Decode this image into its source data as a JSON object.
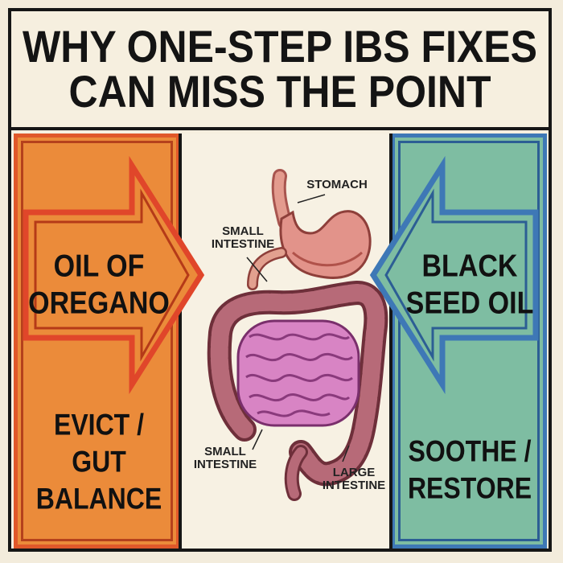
{
  "title": {
    "line1": "WHY ONE-STEP IBS FIXES",
    "line2": "CAN MISS THE POINT"
  },
  "left_panel": {
    "arrow_line1": "OIL OF",
    "arrow_line2": "OREGANO",
    "sub_line1": "EVICT /",
    "sub_line2": "GUT",
    "sub_line3": "BALANCE",
    "colors": {
      "fill": "#eb8b3a",
      "border": "#e0582a"
    }
  },
  "right_panel": {
    "arrow_line1": "BLACK",
    "arrow_line2": "SEED OIL",
    "sub_line1": "SOOTHE /",
    "sub_line2": "RESTORE",
    "colors": {
      "fill": "#7ebda2",
      "border": "#3e78b6"
    }
  },
  "diagram": {
    "stomach": "STOMACH",
    "small_intestine_top_1": "SMALL",
    "small_intestine_top_2": "INTESTINE",
    "small_intestine_bottom_1": "SMALL",
    "small_intestine_bottom_2": "INTESTINE",
    "large_intestine_1": "LARGE",
    "large_intestine_2": "INTESTINE"
  }
}
